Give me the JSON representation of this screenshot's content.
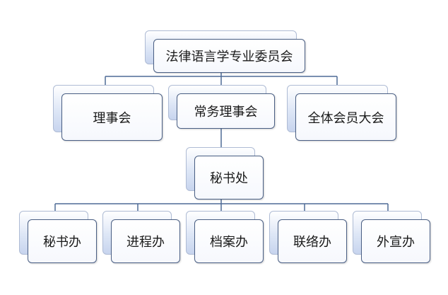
{
  "diagram": {
    "root": {
      "label": "法律语言学专业委员会"
    },
    "level1": [
      {
        "label": "理事会"
      },
      {
        "label": "常务理事会"
      },
      {
        "label": "全体会员大会"
      }
    ],
    "secretariat": {
      "label": "秘书处"
    },
    "offices": [
      {
        "label": "秘书办"
      },
      {
        "label": "进程办"
      },
      {
        "label": "档案办"
      },
      {
        "label": "联络办"
      },
      {
        "label": "外宣办"
      }
    ],
    "colors": {
      "connector": "#4e6a96",
      "border": "#4a5f84"
    }
  }
}
